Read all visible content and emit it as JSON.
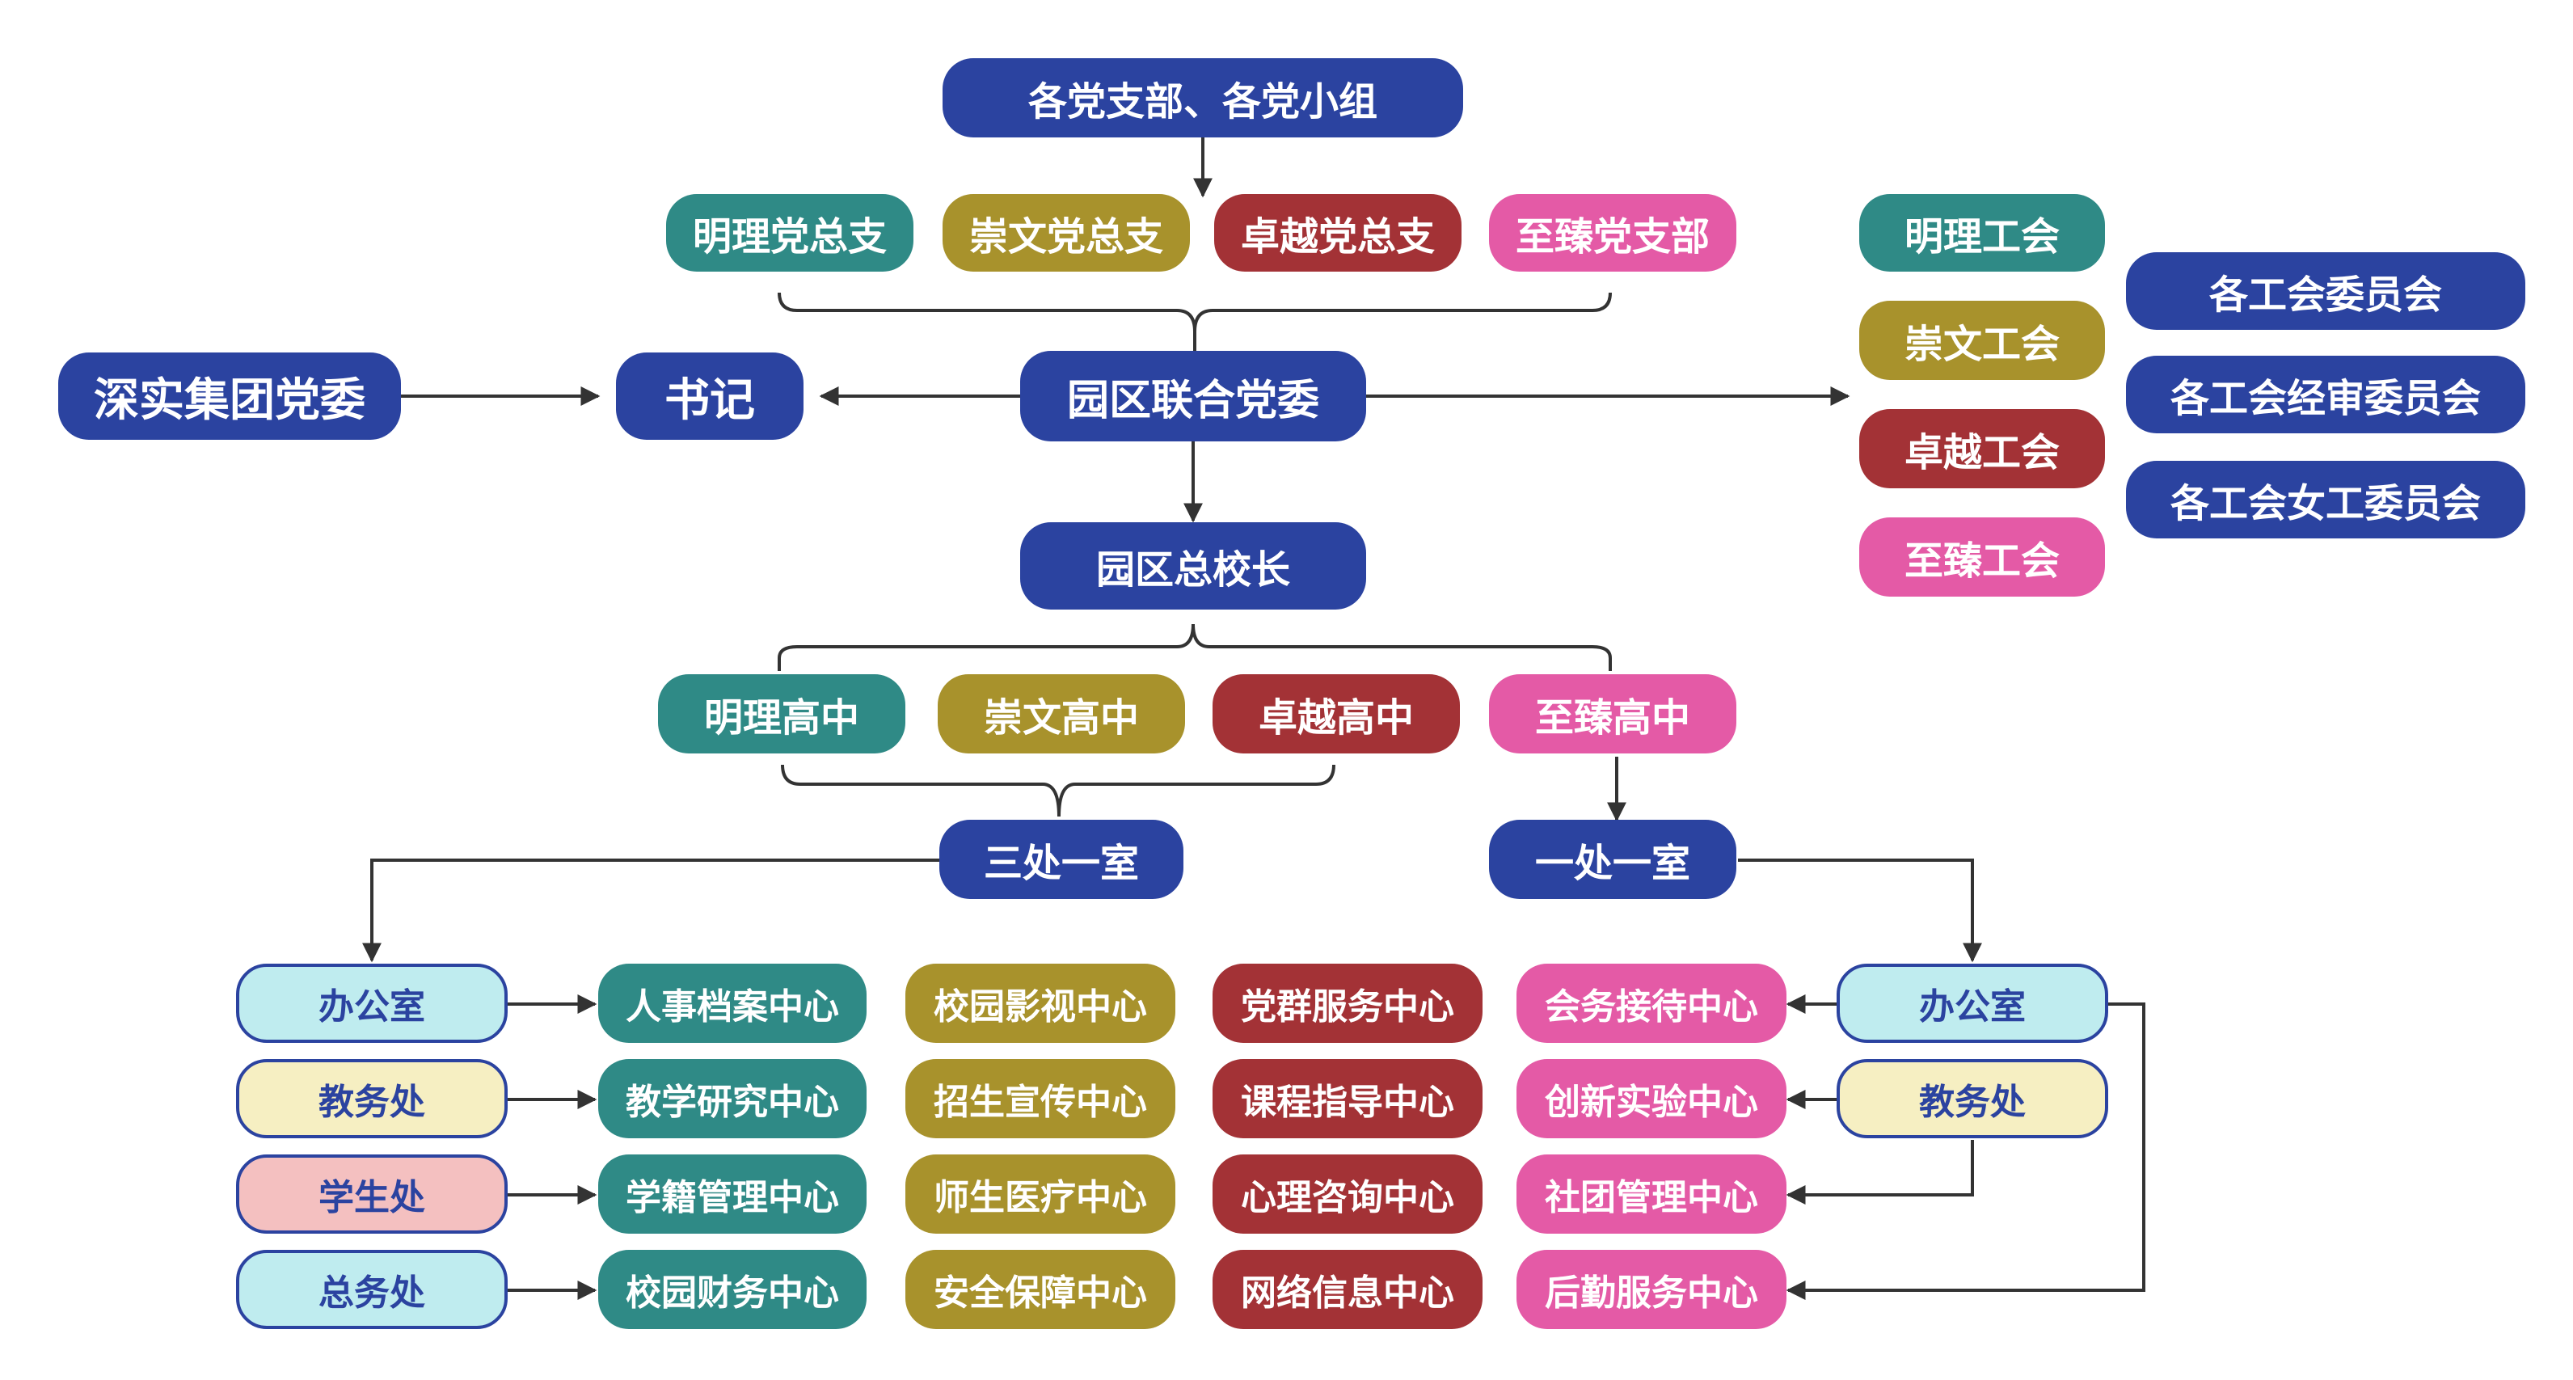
{
  "colors": {
    "navy": "#2b43a0",
    "teal": "#2f8a86",
    "olive": "#a8922c",
    "red": "#a33236",
    "pink": "#e45aa6",
    "light_cyan": "#bfecef",
    "light_yellow": "#f6efc2",
    "light_pink": "#f4c0c0",
    "connector": "#333333"
  },
  "party": {
    "branches_group": "各党支部、各党小组",
    "branches": [
      "明理党总支",
      "崇文党总支",
      "卓越党总支",
      "至臻党支部"
    ],
    "group_committee": "深实集团党委",
    "secretary": "书记",
    "park_committee": "园区联合党委"
  },
  "unions": {
    "schools": [
      "明理工会",
      "崇文工会",
      "卓越工会",
      "至臻工会"
    ],
    "committees": [
      "各工会委员会",
      "各工会经审委员会",
      "各工会女工委员会"
    ]
  },
  "principal": "园区总校长",
  "schools": [
    "明理高中",
    "崇文高中",
    "卓越高中",
    "至臻高中"
  ],
  "left_branch": {
    "title": "三处一室",
    "offices": [
      "办公室",
      "教务处",
      "学生处",
      "总务处"
    ],
    "centers_teal": [
      "人事档案中心",
      "教学研究中心",
      "学籍管理中心",
      "校园财务中心"
    ],
    "centers_olive": [
      "校园影视中心",
      "招生宣传中心",
      "师生医疗中心",
      "安全保障中心"
    ],
    "centers_red": [
      "党群服务中心",
      "课程指导中心",
      "心理咨询中心",
      "网络信息中心"
    ]
  },
  "right_branch": {
    "title": "一处一室",
    "offices": [
      "办公室",
      "教务处"
    ],
    "centers_pink": [
      "会务接待中心",
      "创新实验中心",
      "社团管理中心",
      "后勤服务中心"
    ]
  }
}
